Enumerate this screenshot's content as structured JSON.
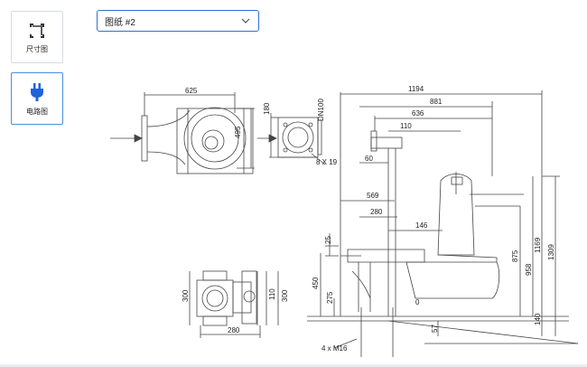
{
  "sidebar": {
    "items": [
      {
        "label": "尺寸图",
        "icon": "crop-icon",
        "active": false
      },
      {
        "label": "电路图",
        "icon": "plug-icon",
        "active": true
      }
    ]
  },
  "drawing_select": {
    "value": "图纸 #2"
  },
  "dims": {
    "d625": "625",
    "d495": "495",
    "d180": "180",
    "dn100": "DN100",
    "d8x19": "8 X 19",
    "d1194": "1194",
    "d881": "881",
    "d636": "636",
    "d110a": "110",
    "d60": "60",
    "d569": "569",
    "d280a": "280",
    "d146": "146",
    "d25": "25",
    "d450": "450",
    "d275": "275",
    "d0": "0",
    "d57": "57",
    "d140": "140",
    "d875": "875",
    "d958": "958",
    "d1169": "1169",
    "d1309": "1309",
    "d4xm16": "4 x M16",
    "d300a": "300",
    "d110b": "110",
    "d300b": "300",
    "d280b": "280"
  },
  "colors": {
    "accent": "#2e6fd6",
    "line": "#444444"
  }
}
